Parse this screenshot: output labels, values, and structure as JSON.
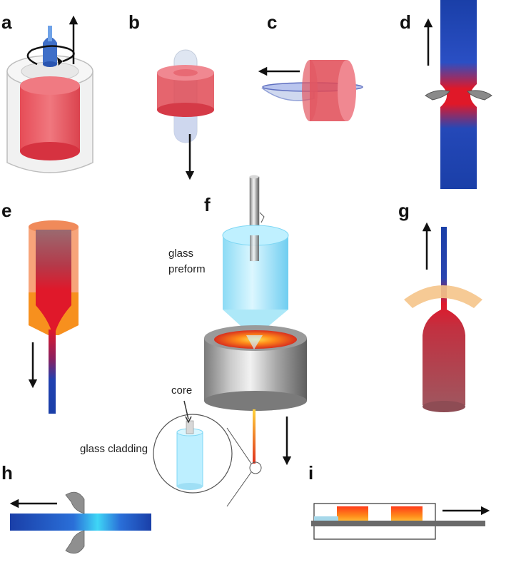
{
  "panels": {
    "a": "a",
    "b": "b",
    "c": "c",
    "d": "d",
    "e": "e",
    "f": "f",
    "g": "g",
    "h": "h",
    "i": "i"
  },
  "labels": {
    "glass_preform_line1": "glass",
    "glass_preform_line2": "preform",
    "core": "core",
    "glass_cladding": "glass cladding"
  },
  "colors": {
    "hot_red": "#e8202a",
    "glass_blue": "#1a3fa8",
    "preform_cyan": "#9fe4f7",
    "furnace_orange": "#f36a24",
    "steel_gray": "#8f8f8f"
  }
}
